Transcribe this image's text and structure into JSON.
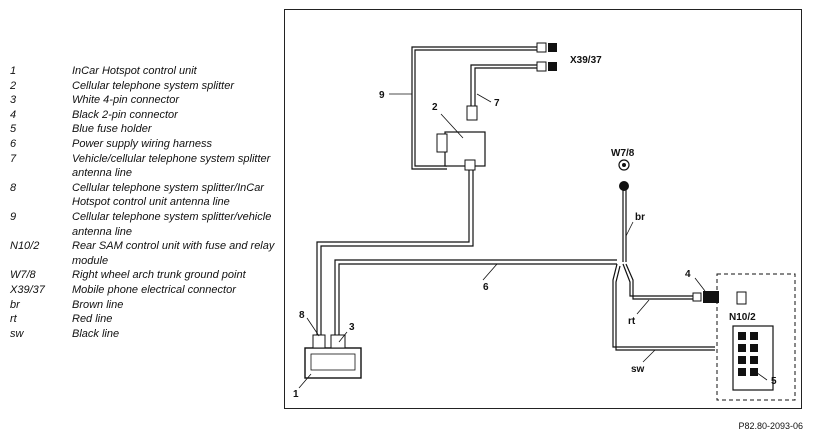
{
  "legend": [
    {
      "key": "1",
      "desc": "InCar Hotspot control unit"
    },
    {
      "key": "2",
      "desc": "Cellular telephone system splitter"
    },
    {
      "key": "3",
      "desc": "White 4-pin connector"
    },
    {
      "key": "4",
      "desc": "Black 2-pin connector"
    },
    {
      "key": "5",
      "desc": "Blue fuse holder"
    },
    {
      "key": "6",
      "desc": "Power supply wiring harness"
    },
    {
      "key": "7",
      "desc": "Vehicle/cellular telephone system splitter antenna line"
    },
    {
      "key": "8",
      "desc": "Cellular telephone system splitter/InCar Hotspot control unit antenna line"
    },
    {
      "key": "9",
      "desc": "Cellular telephone system splitter/vehicle antenna line"
    },
    {
      "key": "N10/2",
      "desc": "Rear SAM control unit with fuse and relay module"
    },
    {
      "key": "W7/8",
      "desc": "Right wheel arch trunk ground point"
    },
    {
      "key": "X39/37",
      "desc": "Mobile phone electrical connector"
    },
    {
      "key": "br",
      "desc": "Brown line"
    },
    {
      "key": "rt",
      "desc": "Red line"
    },
    {
      "key": "sw",
      "desc": "Black line"
    }
  ],
  "diagram": {
    "labels": {
      "c1": "1",
      "c2": "2",
      "c3": "3",
      "c4": "4",
      "c5": "5",
      "c6": "6",
      "c7": "7",
      "c8": "8",
      "c9": "9",
      "x39": "X39/37",
      "w78": "W7/8",
      "n102": "N10/2",
      "br": "br",
      "rt": "rt",
      "sw": "sw"
    }
  },
  "reference": "P82.80-2093-06"
}
